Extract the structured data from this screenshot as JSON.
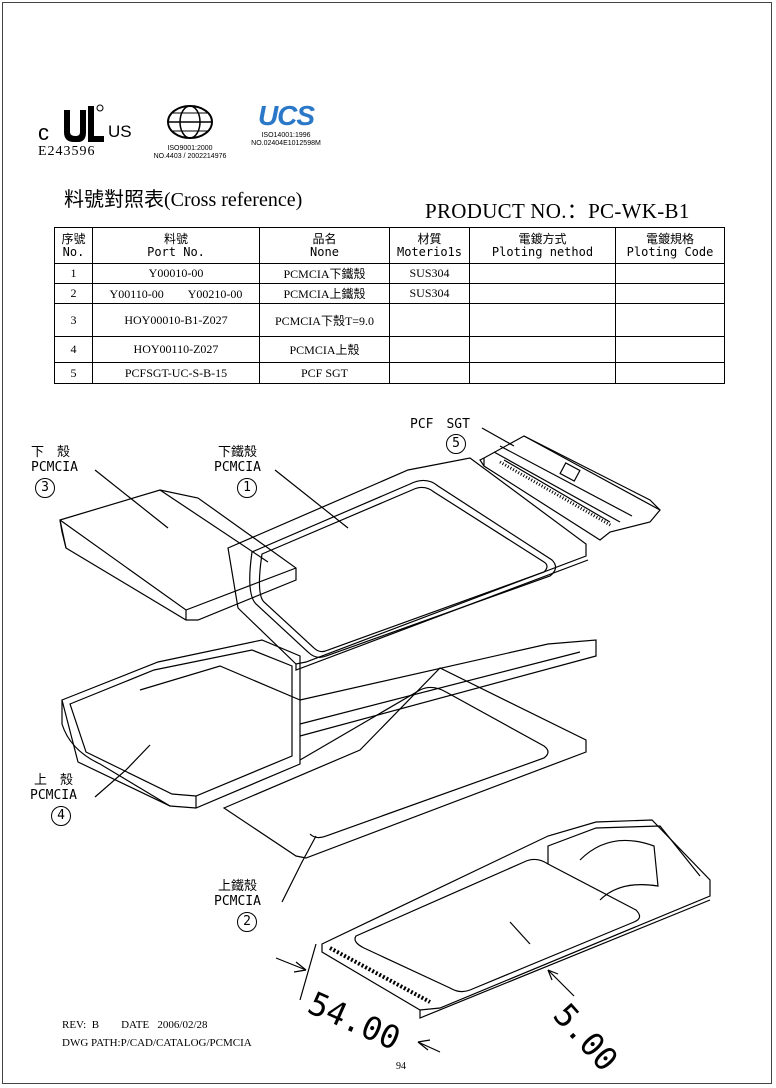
{
  "logos": {
    "ul_c": "c",
    "ul_us": "US",
    "ul_code": "E243596",
    "iso9001_line1": "ISO9001:2000",
    "iso9001_line2": "NO.4403 / 2002214976",
    "ucs_word": "UCS",
    "iso14001_line1": "ISO14001:1996",
    "iso14001_line2": "NO.02404E1012598M"
  },
  "header": {
    "cross_reference_title": "料號對照表(Cross reference)",
    "product_no": "PRODUCT NO.：PC-WK-B1"
  },
  "table": {
    "headers": [
      {
        "zh": "序號",
        "en": "No."
      },
      {
        "zh": "料號",
        "en": "Port No."
      },
      {
        "zh": "品名",
        "en": "None"
      },
      {
        "zh": "材質",
        "en": "Moterio1s"
      },
      {
        "zh": "電鍍方式",
        "en": "Ploting nethod"
      },
      {
        "zh": "電鍍規格",
        "en": "Ploting Code"
      }
    ],
    "rows": [
      {
        "no": "1",
        "part": "Y00010-00",
        "name": "PCMCIA下鐵殼",
        "material": "SUS304",
        "method": "",
        "code": ""
      },
      {
        "no": "2",
        "part": "Y00110-00　　Y00210-00",
        "name": "PCMCIA上鐵殼",
        "material": "SUS304",
        "method": "",
        "code": ""
      },
      {
        "no": "3",
        "part": "HOY00010-B1-Z027",
        "name": "PCMCIA下殼T=9.0",
        "material": "",
        "method": "",
        "code": ""
      },
      {
        "no": "4",
        "part": "HOY00110-Z027",
        "name": "PCMCIA上殼",
        "material": "",
        "method": "",
        "code": ""
      },
      {
        "no": "5",
        "part": "PCFSGT-UC-S-B-15",
        "name": "PCF SGT",
        "material": "",
        "method": "",
        "code": ""
      }
    ]
  },
  "callouts": {
    "c3_zh": "下　殼",
    "c3_en": "PCMCIA",
    "c3_num": "3",
    "c1_zh": "下鐵殼",
    "c1_en": "PCMCIA",
    "c1_num": "1",
    "c5_en": "PCF　SGT",
    "c5_num": "5",
    "c4_zh": "上　殼",
    "c4_en": "PCMCIA",
    "c4_num": "4",
    "c2_zh": "上鐵殼",
    "c2_en": "PCMCIA",
    "c2_num": "2"
  },
  "dimensions": {
    "width": "54.00",
    "thickness": "5.00"
  },
  "footer": {
    "rev": "REV:  B        DATE   2006/02/28",
    "dwg_path": "DWG PATH:P/CAD/CATALOG/PCMCIA",
    "page_number": "94"
  }
}
